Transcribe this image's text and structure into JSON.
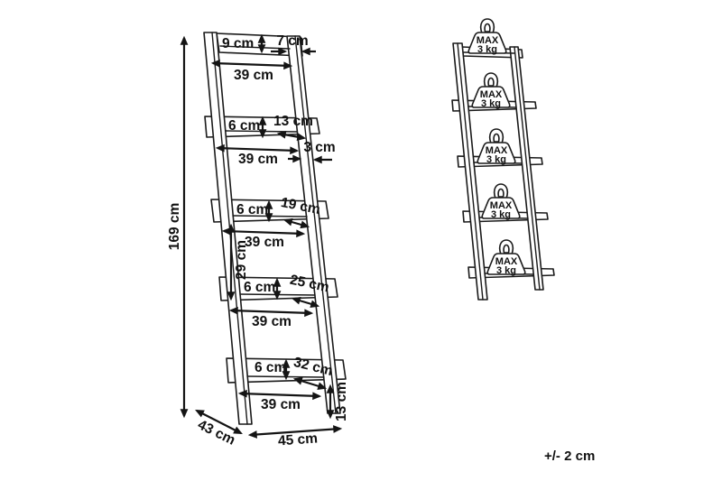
{
  "diagram": {
    "type": "product-dimension-diagram",
    "subject": "5-shelf leaning ladder shelf",
    "tolerance_note": "+/- 2 cm",
    "colors": {
      "line": "#1a1a1a",
      "background": "#ffffff"
    },
    "dimensions": {
      "total_height": "169 cm",
      "shelf1_lip": "9 cm",
      "frame_top_depth": "7 cm",
      "shelf1_width": "39 cm",
      "shelf2_lip": "6 cm",
      "shelf2_depth": "13 cm",
      "shelf2_width": "39 cm",
      "frame_thickness": "3 cm",
      "shelf3_lip": "6 cm",
      "shelf3_depth": "19 cm",
      "shelf3_width": "39 cm",
      "shelf_gap": "29 cm",
      "shelf4_lip": "6 cm",
      "shelf4_depth": "25 cm",
      "shelf4_width": "39 cm",
      "shelf5_lip": "6 cm",
      "shelf5_depth": "32 cm",
      "shelf5_width": "39 cm",
      "base_clearance": "13 cm",
      "base_depth": "43 cm",
      "base_width": "45 cm"
    },
    "max_load_labels": [
      {
        "line1": "MAX",
        "line2": "3 kg"
      },
      {
        "line1": "MAX",
        "line2": "3 kg"
      },
      {
        "line1": "MAX",
        "line2": "3 kg"
      },
      {
        "line1": "MAX",
        "line2": "3 kg"
      },
      {
        "line1": "MAX",
        "line2": "3 kg"
      }
    ]
  }
}
